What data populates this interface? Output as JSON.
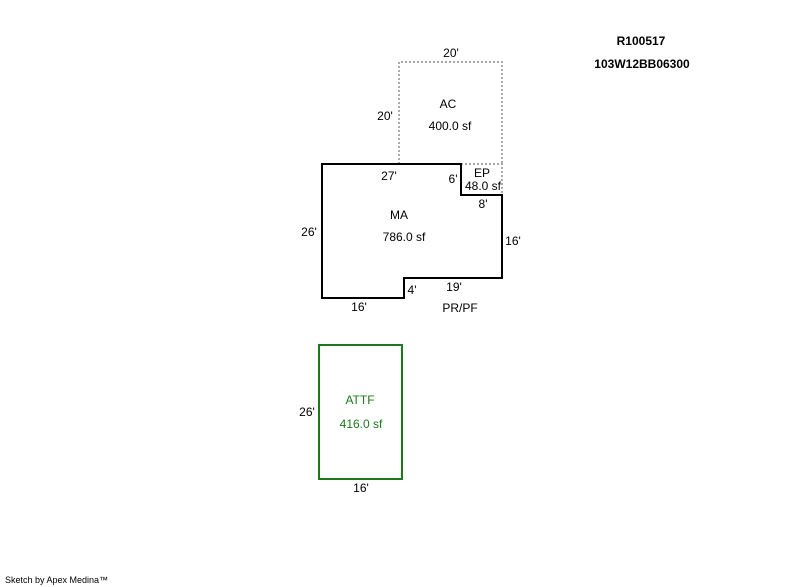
{
  "header": {
    "account": "R100517",
    "map_number": "103W12BB06300"
  },
  "footer": {
    "credit": "Sketch by Apex Medina™"
  },
  "colors": {
    "outline": "#000000",
    "dotted": "#888888",
    "garage": "#1a7a1a"
  },
  "areas": {
    "ac": {
      "name": "AC",
      "area": "400.0 sf",
      "top": "20'",
      "left": "20'"
    },
    "ma": {
      "name": "MA",
      "area": "786.0 sf",
      "top": "27'",
      "left": "26'",
      "right": "16'",
      "bottom": "16'",
      "step": "4'",
      "bottom_right": "19'",
      "notch_right": "8'"
    },
    "ep": {
      "name": "EP",
      "area": "48.0 sf",
      "left": "6'"
    },
    "porch": {
      "label": "PR/PF"
    },
    "attf": {
      "name": "ATTF",
      "area": "416.0 sf",
      "left": "26'",
      "bottom": "16'"
    }
  }
}
